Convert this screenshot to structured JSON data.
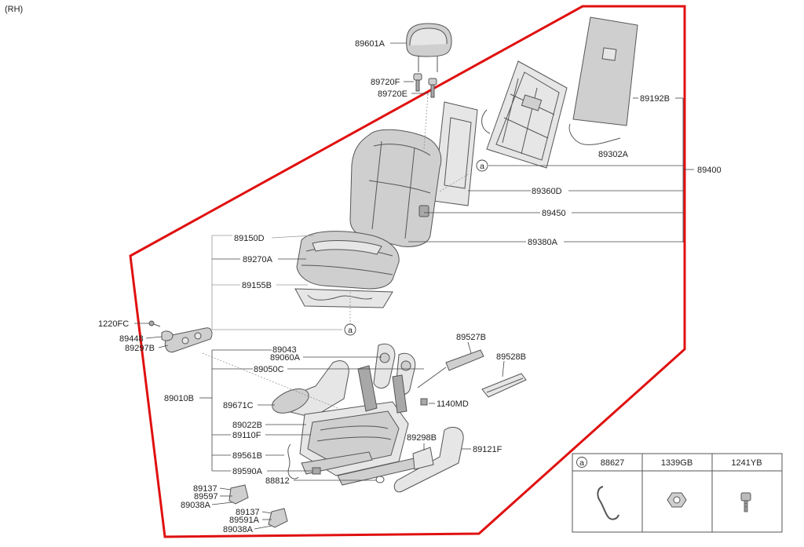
{
  "side_label": "(RH)",
  "callouts": {
    "a_upper": "a",
    "a_lower": "a"
  },
  "labels": {
    "p89601A": "89601A",
    "p89720F": "89720F",
    "p89720E": "89720E",
    "p89192B": "89192B",
    "p89302A": "89302A",
    "p89400": "89400",
    "p89360D": "89360D",
    "p89450": "89450",
    "p89380A": "89380A",
    "p89150D": "89150D",
    "p89270A": "89270A",
    "p89155B": "89155B",
    "p1220FC": "1220FC",
    "p89448": "89448",
    "p89297B": "89297B",
    "p89043": "89043",
    "p89060A": "89060A",
    "p89050C": "89050C",
    "p89527B": "89527B",
    "p89528B": "89528B",
    "p89010B": "89010B",
    "p89671C": "89671C",
    "p1140MD": "1140MD",
    "p89022B": "89022B",
    "p89110F": "89110F",
    "p89298B": "89298B",
    "p89121F": "89121F",
    "p89561B": "89561B",
    "p89590A": "89590A",
    "p88812": "88812",
    "p89137_1": "89137",
    "p89597": "89597",
    "p89038A_1": "89038A",
    "p89137_2": "89137",
    "p89591A": "89591A",
    "p89038A_2": "89038A"
  },
  "parts_table": {
    "marker": "a",
    "columns": [
      "88627",
      "1339GB",
      "1241YB"
    ],
    "icons": [
      "hook-clip-icon",
      "nut-icon",
      "screw-icon"
    ]
  },
  "colors": {
    "boundary": "#e01010",
    "part_fill_light": "#e6e6e6",
    "part_fill_mid": "#cfcfcf",
    "part_fill_dark": "#a8a8a8",
    "leader": "#444444"
  }
}
